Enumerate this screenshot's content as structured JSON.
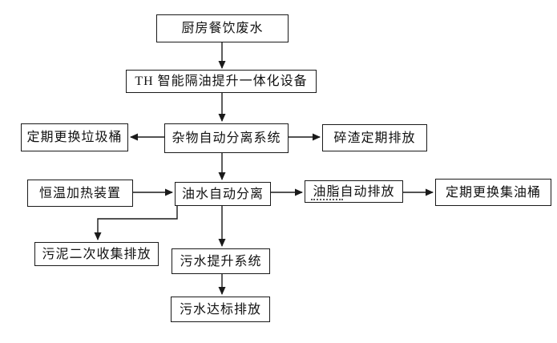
{
  "colors": {
    "background": "#ffffff",
    "line": "#1a1a1a",
    "box_fill": "#ffffff",
    "text": "#111111"
  },
  "diagram": {
    "type": "flowchart",
    "nodes": {
      "kitchen_wastewater": {
        "label": "厨房餐饮废水"
      },
      "th_device": {
        "label": "TH 智能隔油提升一体化设备"
      },
      "debris_separation": {
        "label": "杂物自动分离系统"
      },
      "trash_bin": {
        "label": "定期更换垃圾桶"
      },
      "residue_discharge": {
        "label": "碎渣定期排放"
      },
      "heater": {
        "label": "恒温加热装置"
      },
      "oil_water_separation": {
        "label": "油水自动分离"
      },
      "grease_discharge": {
        "label": "油脂自动排放"
      },
      "oil_barrel": {
        "label": "定期更换集油桶"
      },
      "sludge_discharge": {
        "label": "污泥二次收集排放"
      },
      "sewage_lift": {
        "label": "污水提升系统"
      },
      "final_discharge": {
        "label": "污水达标排放"
      }
    },
    "edges": [
      {
        "from": "kitchen_wastewater",
        "to": "th_device",
        "direction": "down"
      },
      {
        "from": "th_device",
        "to": "debris_separation",
        "direction": "down"
      },
      {
        "from": "debris_separation",
        "to": "trash_bin",
        "direction": "left"
      },
      {
        "from": "debris_separation",
        "to": "residue_discharge",
        "direction": "right"
      },
      {
        "from": "debris_separation",
        "to": "oil_water_separation",
        "direction": "down"
      },
      {
        "from": "heater",
        "to": "oil_water_separation",
        "direction": "right"
      },
      {
        "from": "oil_water_separation",
        "to": "grease_discharge",
        "direction": "right"
      },
      {
        "from": "grease_discharge",
        "to": "oil_barrel",
        "direction": "right"
      },
      {
        "from": "oil_water_separation",
        "to": "sludge_discharge",
        "direction": "elbow-down-left-down"
      },
      {
        "from": "oil_water_separation",
        "to": "sewage_lift",
        "direction": "down"
      },
      {
        "from": "sewage_lift",
        "to": "final_discharge",
        "direction": "down"
      }
    ]
  }
}
